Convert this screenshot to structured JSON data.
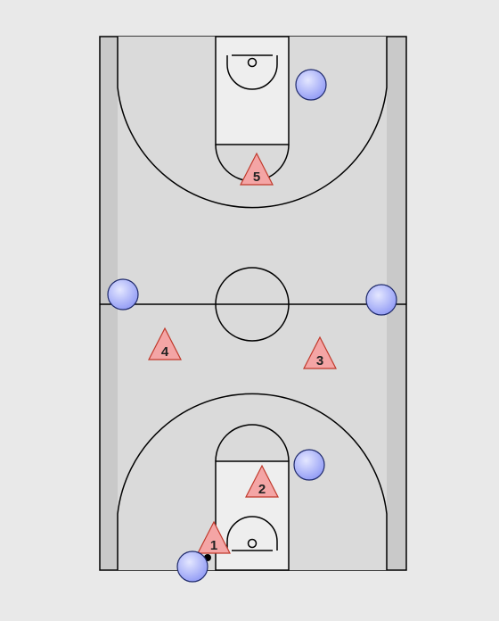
{
  "colors": {
    "background": "#e9e9e9",
    "court_outer": "#c9c9c9",
    "court_inner": "#dadada",
    "key_fill": "#eeeeee",
    "offense_fill": "#f4a5a5",
    "offense_stroke": "#c0392b",
    "defense_fill": "#aab2ff",
    "defense_stroke": "#1f2a6b"
  },
  "offense": [
    {
      "id": "1",
      "label": "1"
    },
    {
      "id": "2",
      "label": "2"
    },
    {
      "id": "3",
      "label": "3"
    },
    {
      "id": "4",
      "label": "4"
    },
    {
      "id": "5",
      "label": "5"
    }
  ],
  "defense": [
    {
      "id": "d1"
    },
    {
      "id": "d2"
    },
    {
      "id": "d3"
    },
    {
      "id": "d4"
    },
    {
      "id": "d5"
    }
  ],
  "ball": {
    "holder": "1"
  }
}
